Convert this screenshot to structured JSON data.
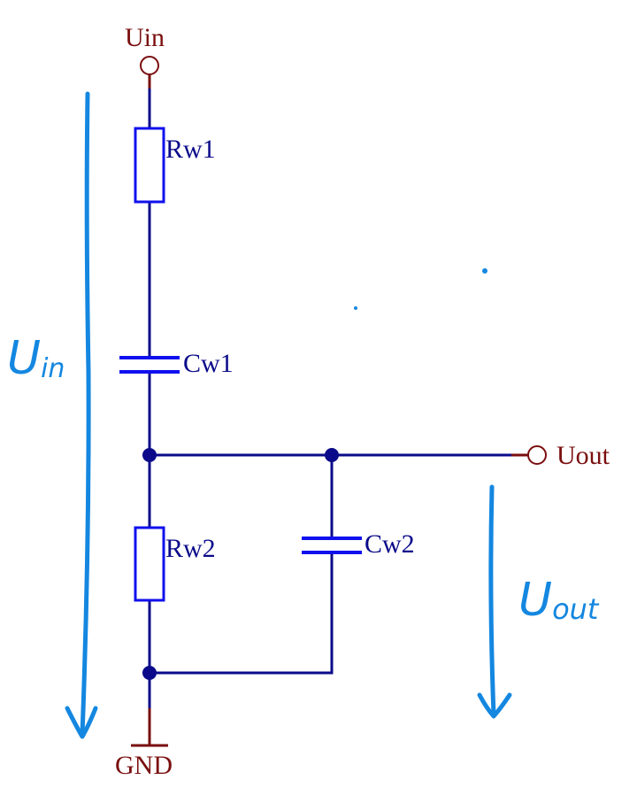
{
  "labels": {
    "uin": "Uin",
    "uout": "Uout",
    "gnd": "GND",
    "rw1": "Rw1",
    "cw1": "Cw1",
    "rw2": "Rw2",
    "cw2": "Cw2"
  },
  "annotations": {
    "uin_main": "U",
    "uin_sub": "in",
    "uout_main": "U",
    "uout_sub": "out"
  },
  "colors": {
    "wire": "#0a0a8a",
    "component": "#1010ee",
    "terminal": "#7a0e0e",
    "annotation": "#1487e0"
  }
}
